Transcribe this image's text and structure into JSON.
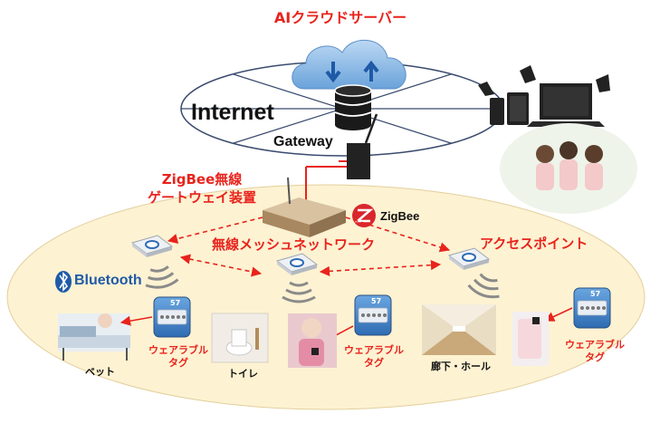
{
  "title": "AIクラウドサーバー",
  "internet_label": "Internet",
  "gateway_label": "Gateway",
  "zigbee_gateway": {
    "line1": "ZigBee無線",
    "line2": "ゲートウェイ装置"
  },
  "zigbee_logo_text": "ZigBee",
  "mesh_label": "無線メッシュネットワーク",
  "access_point_label": "アクセスポイント",
  "bluetooth_label": "Bluetooth",
  "tag_number": "57",
  "wearable_tag_label": {
    "line1": "ウェアラブル",
    "line2": "タグ"
  },
  "locations": {
    "bed": "ベット",
    "toilet": "トイレ",
    "corridor": "廊下・ホール"
  },
  "colors": {
    "accent_red": "#e8231c",
    "ellipse_fill": "#fdf2d2",
    "cloud_blue": "#7fb2e5",
    "tag_blue": "#3f7fc4",
    "bluetooth_blue": "#1f5aa8",
    "zigbee_red": "#d9262c"
  },
  "icons": [
    "cloud-icon",
    "database-icon",
    "router-icon",
    "laptop-icon",
    "tablet-icon",
    "smartphone-icon",
    "speaker-icon",
    "access-point-icon",
    "wearable-tag-icon",
    "bluetooth-icon",
    "zigbee-icon"
  ]
}
